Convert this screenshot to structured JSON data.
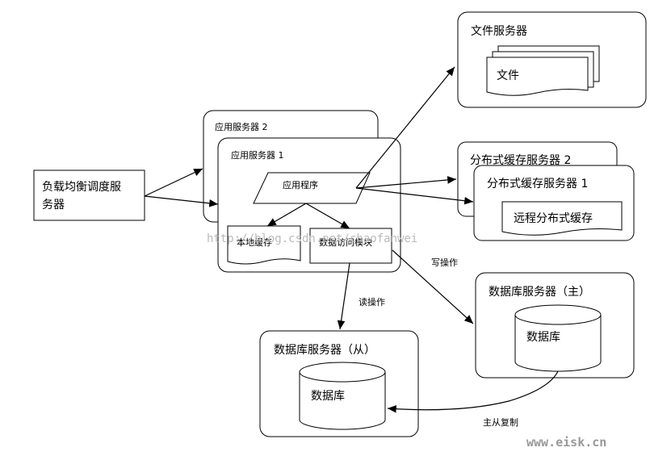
{
  "load_balancer": {
    "label_line1": "负载均衡调度服",
    "label_line2": "务器"
  },
  "app_server_2": {
    "label": "应用服务器 2"
  },
  "app_server_1": {
    "label": "应用服务器 1",
    "app_program": "应用程序",
    "local_cache": "本地缓存",
    "data_access": "数据访问模块"
  },
  "file_server": {
    "label": "文件服务器",
    "files": "文件"
  },
  "cache_server_2": {
    "label": "分布式缓存服务器 2"
  },
  "cache_server_1": {
    "label": "分布式缓存服务器 1",
    "remote_cache": "远程分布式缓存"
  },
  "db_master": {
    "label": "数据库服务器（主）",
    "db": "数据库"
  },
  "db_slave": {
    "label": "数据库服务器（从）",
    "db": "数据库"
  },
  "edges": {
    "write_op": "写操作",
    "read_op": "读操作",
    "replication": "主从复制"
  },
  "watermark": "http://blog.csdn.net/chaofanwei",
  "site_mark": "www.eisk.cn"
}
